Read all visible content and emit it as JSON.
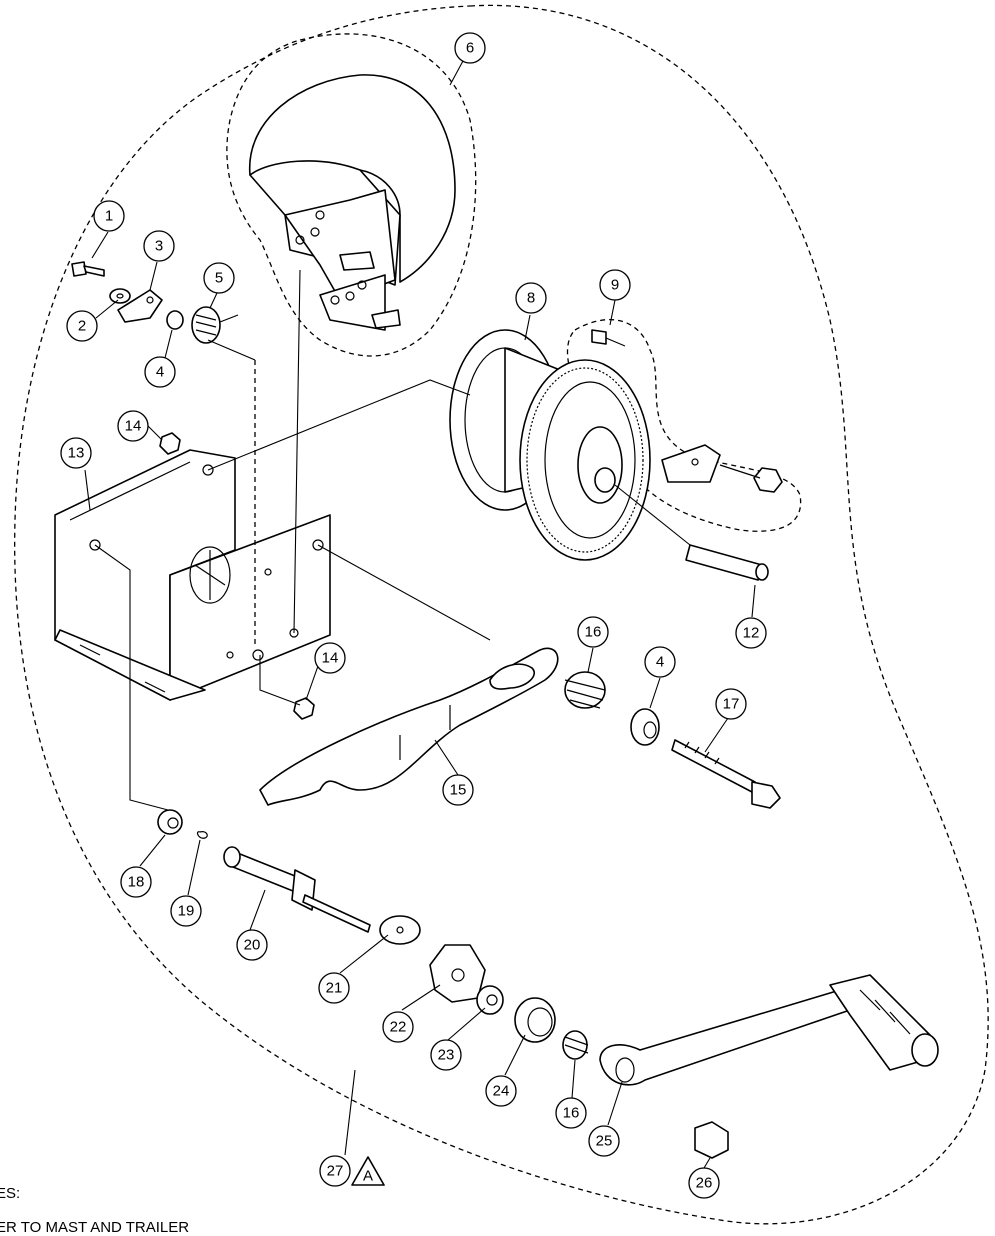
{
  "diagram": {
    "balloons": [
      "1",
      "2",
      "3",
      "4",
      "5",
      "6",
      "8",
      "9",
      "12",
      "13",
      "14",
      "14",
      "15",
      "16",
      "4",
      "17",
      "18",
      "19",
      "20",
      "21",
      "22",
      "23",
      "24",
      "16",
      "25",
      "26",
      "27"
    ],
    "assembly_mark": "A"
  },
  "notes": {
    "heading": "ES:",
    "line1": "ER TO MAST AND TRAILER"
  }
}
